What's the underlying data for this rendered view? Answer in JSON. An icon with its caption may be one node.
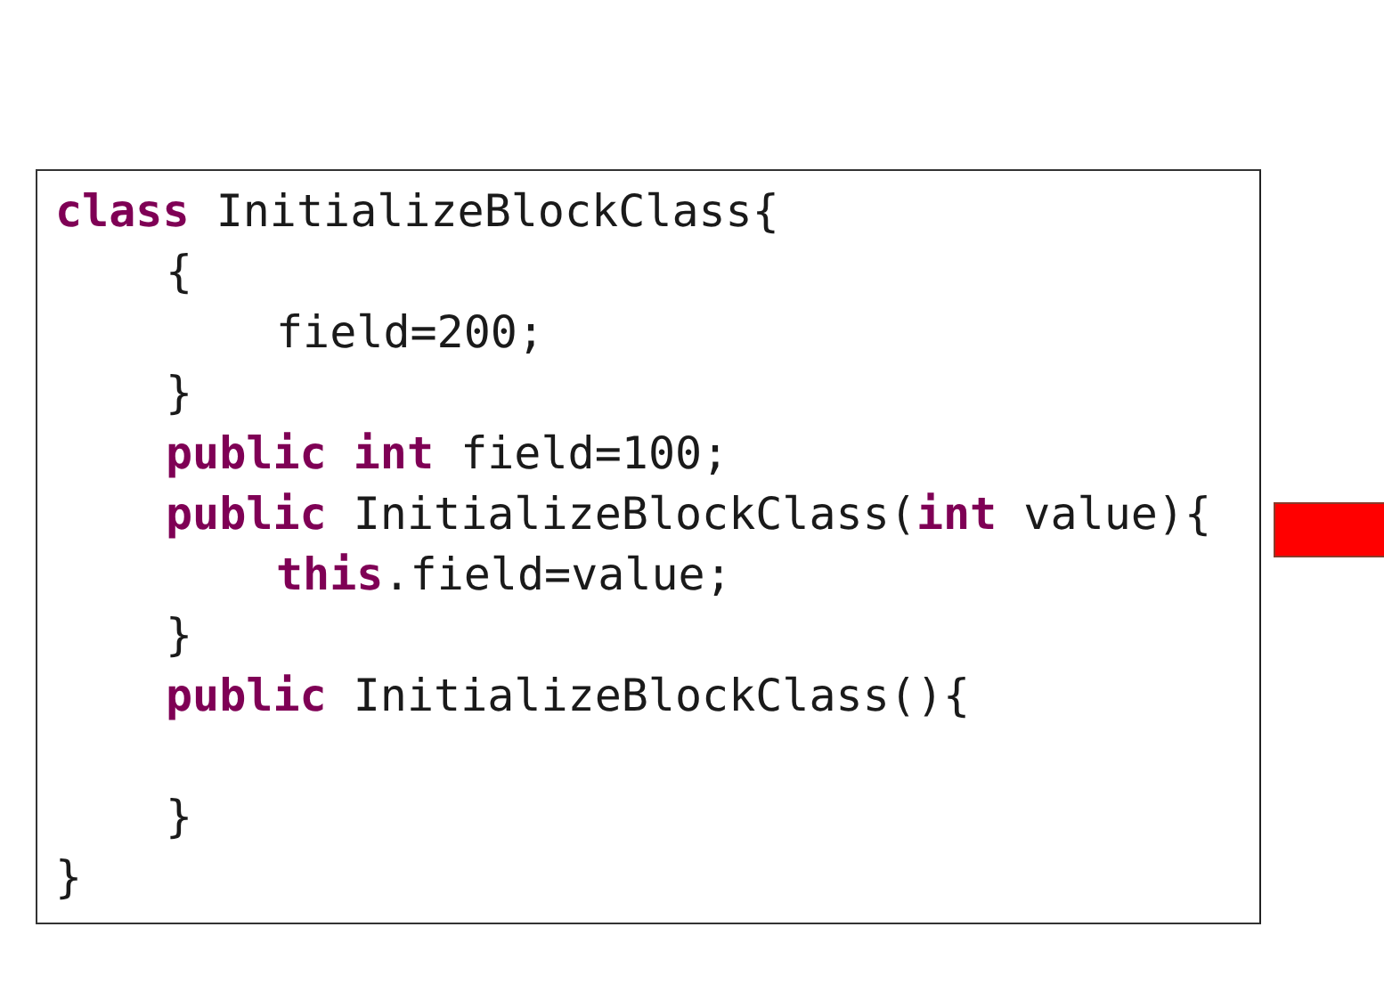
{
  "diagram": {
    "nodes": [
      {
        "text": [
          "**class** InitializeBlockClass{",
          "{",
          "field=200;",
          "}",
          "**public** **int** field=100;",
          "**public** InitializeBlockClass(**int** value){",
          "**this**.field=value;",
          "}",
          "**public** InitializeBlockClass(){",
          "}",
          "}"
        ]
      },
      {
        "text": [],
        "shape": "bar"
      }
    ]
  }
}
